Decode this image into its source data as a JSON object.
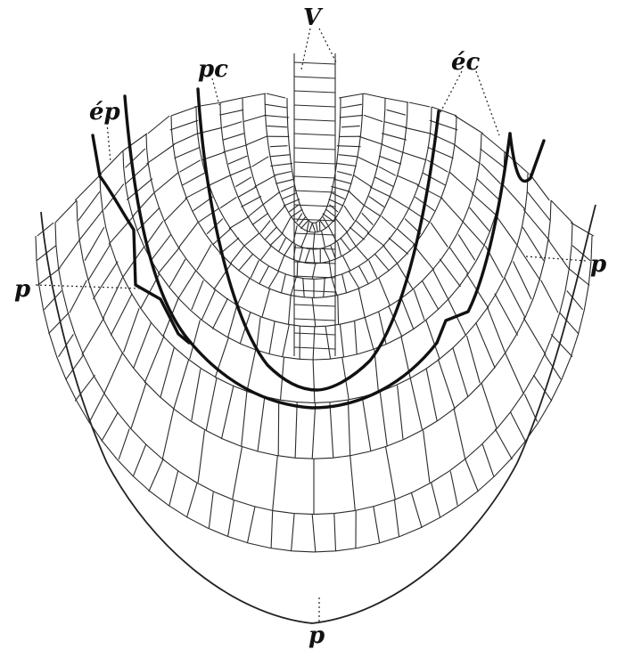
{
  "figure": {
    "labels": {
      "v": "V",
      "pc": "pc",
      "ep": "ép",
      "ec": "éc",
      "p_right": "p",
      "p_left": "p",
      "p_bottom": "p"
    },
    "colors": {
      "ink": "#111111",
      "paper": "#ffffff"
    }
  }
}
